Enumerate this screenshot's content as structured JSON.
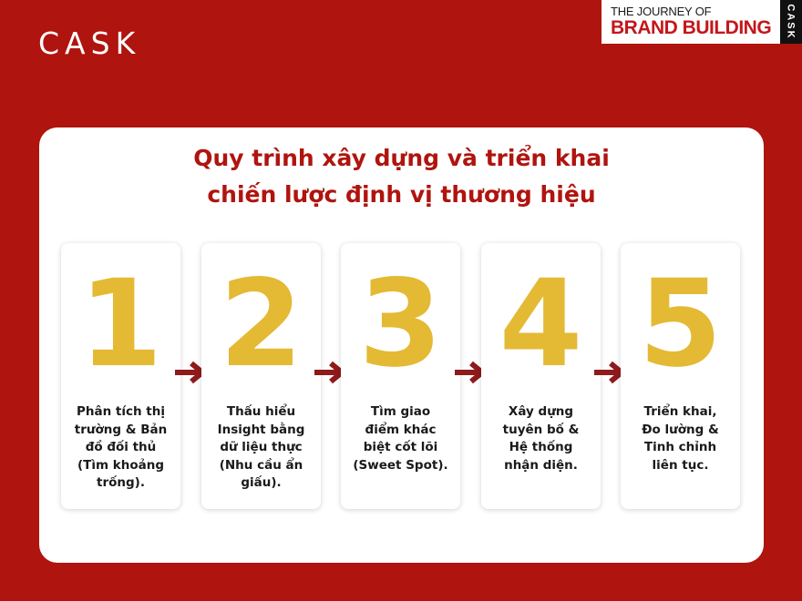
{
  "brand": {
    "logo_text": "CASK"
  },
  "badge": {
    "line1": "THE JOURNEY OF",
    "line2": "BRAND BUILDING",
    "side": "CASK"
  },
  "card": {
    "title_line1": "Quy trình xây dựng và triển khai",
    "title_line2": "chiến lược định vị thương hiệu",
    "steps": [
      {
        "number": "1",
        "text": "Phân tích thị\ntrường & Bản\nđồ đối thủ\n(Tìm khoảng\ntrống)."
      },
      {
        "number": "2",
        "text": "Thấu hiểu\nInsight bằng\ndữ liệu thực\n(Nhu cầu ẩn\ngiấu)."
      },
      {
        "number": "3",
        "text": "Tìm giao\nđiểm khác\nbiệt cốt lõi\n(Sweet Spot)."
      },
      {
        "number": "4",
        "text": "Xây dựng\ntuyên bố &\nHệ thống\nnhận diện."
      },
      {
        "number": "5",
        "text": "Triển khai,\nĐo lường &\nTinh chỉnh\nliên tục."
      }
    ]
  },
  "colors": {
    "background": "#b0140f",
    "number": "#e4b934",
    "arrow": "#8e1a1c",
    "title": "#b0140f"
  },
  "icons": {
    "connector": "chevron-arrow-right-icon"
  }
}
